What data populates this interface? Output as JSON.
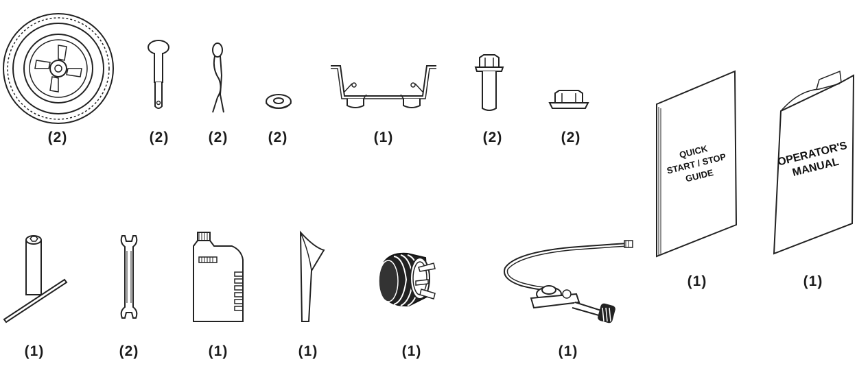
{
  "parts": [
    {
      "id": "wheel",
      "icon": "wheel-icon",
      "quantity": "(2)"
    },
    {
      "id": "axle-pin",
      "icon": "axle-pin-icon",
      "quantity": "(2)"
    },
    {
      "id": "hair-pin-clip",
      "icon": "hair-pin-clip-icon",
      "quantity": "(2)"
    },
    {
      "id": "washer",
      "icon": "washer-icon",
      "quantity": "(2)"
    },
    {
      "id": "support-leg",
      "icon": "support-leg-icon",
      "quantity": "(1)"
    },
    {
      "id": "flange-bolt",
      "icon": "flange-bolt-icon",
      "quantity": "(2)"
    },
    {
      "id": "flange-nut",
      "icon": "flange-nut-icon",
      "quantity": "(2)"
    },
    {
      "id": "quick-start-guide",
      "icon": "guide-booklet-icon",
      "quantity": "(1)",
      "cover_lines": [
        "QUICK",
        "START / STOP",
        "GUIDE"
      ]
    },
    {
      "id": "operators-manual",
      "icon": "manual-booklet-icon",
      "quantity": "(1)",
      "cover_lines": [
        "OPERATOR'S",
        "MANUAL"
      ]
    },
    {
      "id": "spark-plug-wrench",
      "icon": "spark-plug-wrench-icon",
      "quantity": "(1)"
    },
    {
      "id": "open-end-wrench",
      "icon": "open-end-wrench-icon",
      "quantity": "(2)"
    },
    {
      "id": "oil-bottle",
      "icon": "oil-bottle-icon",
      "quantity": "(1)"
    },
    {
      "id": "oil-funnel",
      "icon": "funnel-icon",
      "quantity": "(1)"
    },
    {
      "id": "plug-adapter",
      "icon": "plug-adapter-icon",
      "quantity": "(1)"
    },
    {
      "id": "propane-hose",
      "icon": "propane-hose-regulator-icon",
      "quantity": "(1)"
    }
  ]
}
